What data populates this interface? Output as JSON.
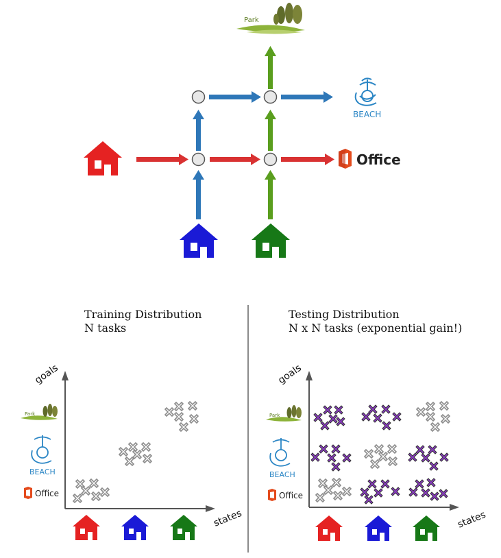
{
  "labels": {
    "park": "Park",
    "beach": "BEACH",
    "office": "Office",
    "goals": "goals",
    "states": "states"
  },
  "training": {
    "title": "Training Distribution",
    "subtitle": "N tasks"
  },
  "testing": {
    "title": "Testing Distribution",
    "subtitle": "N x N tasks (exponential gain!)"
  },
  "colors": {
    "red": "#e52222",
    "blue": "#1a1ad6",
    "green": "#177817",
    "arrow_red": "#d93232",
    "arrow_blue": "#2e77b8",
    "arrow_green": "#5a9e1e",
    "beach": "#2b86c5",
    "cross_grey": "#8c8c8c",
    "cross_purple": "#8a3bc2",
    "office_orange": "#e44b1d",
    "park_green": "#5a7a1e"
  },
  "icons": [
    "house-icon",
    "park-icon",
    "beach-icon",
    "office-icon",
    "node-icon",
    "cross-marker-icon"
  ]
}
